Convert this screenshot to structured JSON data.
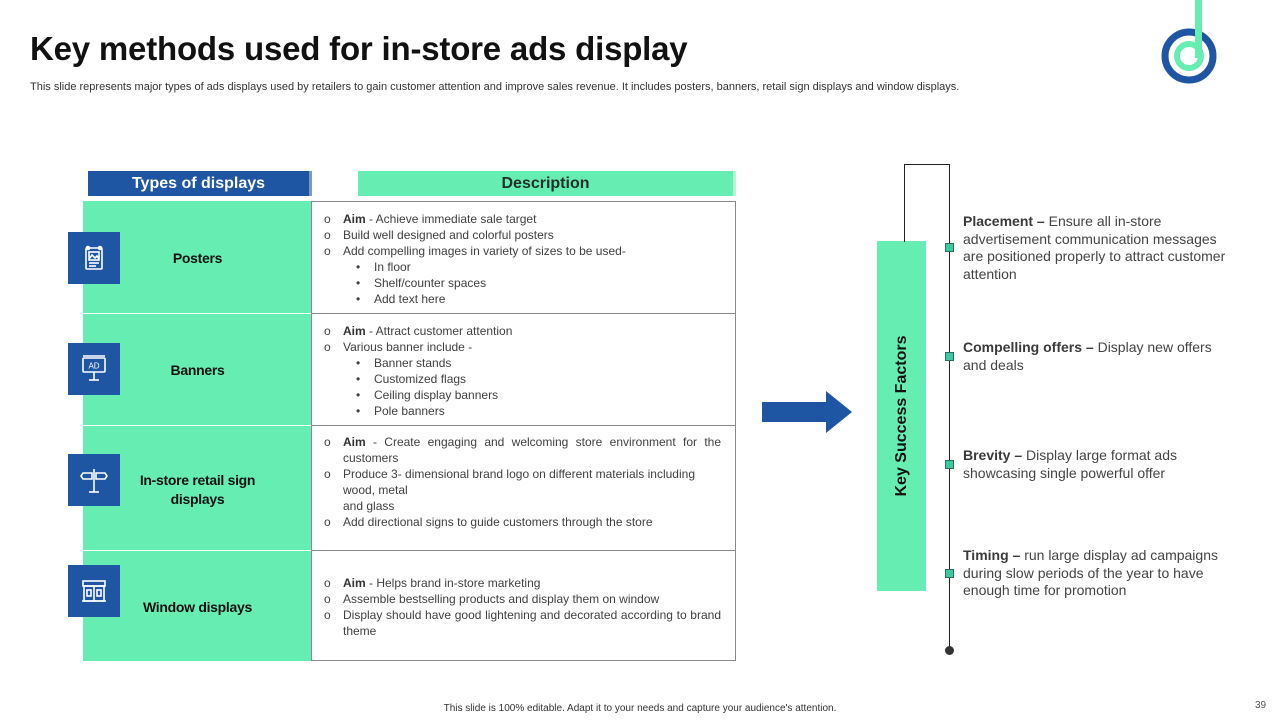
{
  "title": "Key methods used for in-store ads display",
  "subtitle": "This slide represents major types of ads displays used by retailers to gain customer attention and improve sales revenue. It includes posters, banners, retail sign displays and window displays.",
  "headers": {
    "types": "Types of displays",
    "description": "Description"
  },
  "rows": [
    {
      "label": "Posters",
      "icon": "poster-icon",
      "lines": [
        {
          "kind": "circle",
          "bold": "Aim",
          "text": " - Achieve immediate sale target"
        },
        {
          "kind": "circle",
          "bold": "",
          "text": "Build well designed and colorful posters"
        },
        {
          "kind": "circle",
          "bold": "",
          "text": "Add compelling images in variety of sizes to be used-"
        },
        {
          "kind": "bullet",
          "bold": "",
          "text": "In floor"
        },
        {
          "kind": "bullet",
          "bold": "",
          "text": "Shelf/counter spaces"
        },
        {
          "kind": "bullet",
          "bold": "",
          "text": "Add text here"
        }
      ]
    },
    {
      "label": "Banners",
      "icon": "banner-icon",
      "lines": [
        {
          "kind": "circle",
          "bold": "Aim",
          "text": " - Attract customer attention"
        },
        {
          "kind": "circle",
          "bold": "",
          "text": "Various banner include -"
        },
        {
          "kind": "bullet",
          "bold": "",
          "text": "Banner stands"
        },
        {
          "kind": "bullet",
          "bold": "",
          "text": "Customized flags"
        },
        {
          "kind": "bullet",
          "bold": "",
          "text": "Ceiling display banners"
        },
        {
          "kind": "bullet",
          "bold": "",
          "text": "Pole banners"
        }
      ]
    },
    {
      "label": "In-store retail sign displays",
      "icon": "signpost-icon",
      "lines": [
        {
          "kind": "circle",
          "bold": "Aim",
          "text": " - Create engaging and welcoming store environment for the customers"
        },
        {
          "kind": "circle",
          "bold": "",
          "text": "Produce 3- dimensional brand logo on different materials including"
        },
        {
          "kind": "cont",
          "bold": "",
          "text": "wood, metal"
        },
        {
          "kind": "cont",
          "bold": "",
          "text": "and glass"
        },
        {
          "kind": "circle",
          "bold": "",
          "text": "Add directional signs to guide customers through the store"
        }
      ]
    },
    {
      "label": "Window displays",
      "icon": "storefront-icon",
      "lines": [
        {
          "kind": "circle",
          "bold": "Aim",
          "text": " - Helps brand in-store marketing"
        },
        {
          "kind": "circle",
          "bold": "",
          "text": "Assemble bestselling products and display them on window"
        },
        {
          "kind": "circle",
          "bold": "",
          "text": "Display should have good lightening and decorated according to brand theme"
        }
      ]
    }
  ],
  "icon_labels": {
    "banner": "AD"
  },
  "marks": {
    "circle": "o",
    "bullet": "•"
  },
  "ksf_label": "Key Success Factors",
  "factors": [
    {
      "bold": "Placement –",
      "text": " Ensure all in-store advertisement communication messages are positioned properly to attract customer attention"
    },
    {
      "bold": "Compelling offers –",
      "text": " Display new offers and deals"
    },
    {
      "bold": "Brevity –",
      "text": " Display large format ads showcasing single powerful offer"
    },
    {
      "bold": "Timing –",
      "text": " run large display ad campaigns during slow periods of the year to have enough time for promotion"
    }
  ],
  "footer": "This slide is 100% editable. Adapt it to your needs and capture your audience's attention.",
  "page_number": "39",
  "colors": {
    "blue": "#1f56a3",
    "green": "#66eeb2",
    "accent_green": "#3ec8a2"
  }
}
